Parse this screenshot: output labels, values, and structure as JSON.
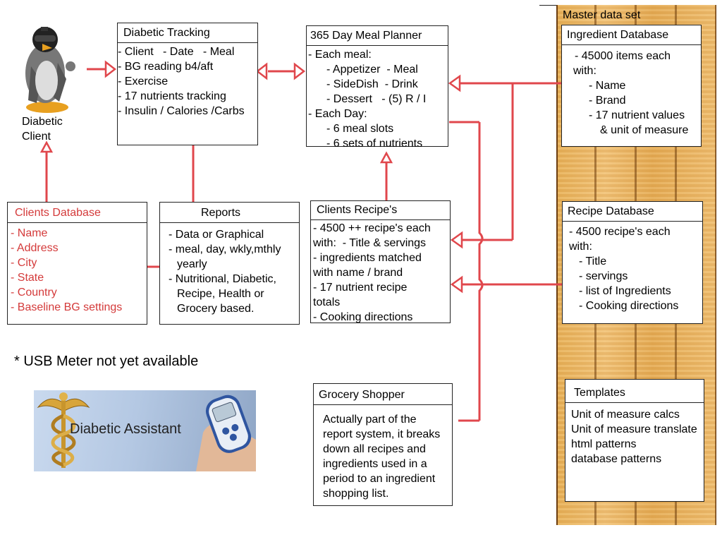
{
  "master": {
    "title": "Master data set"
  },
  "client": {
    "label_line1": "Diabetic",
    "label_line2": "Client"
  },
  "diabetic_tracking": {
    "title": "Diabetic Tracking",
    "lines": [
      "- Client   - Date   - Meal",
      "- BG reading b4/aft",
      "- Exercise",
      "- 17 nutrients tracking",
      "- Insulin / Calories /Carbs"
    ]
  },
  "meal_planner": {
    "title": "365 Day Meal Planner",
    "lines": [
      "- Each meal:",
      "- Appetizer  - Meal",
      "- SideDish  - Drink",
      "- Dessert   - (5) R / I",
      "- Each Day:",
      "- 6 meal slots",
      "- 6 sets of nutrients"
    ]
  },
  "ingredient_db": {
    "title": "Ingredient Database",
    "lines": [
      "- 45000 items each",
      "with:",
      "- Name",
      "- Brand",
      "- 17 nutrient values",
      "& unit of measure"
    ]
  },
  "clients_db": {
    "title": "Clients Database",
    "lines": [
      "- Name",
      "- Address",
      "- City",
      "- State",
      "- Country",
      "- Baseline BG settings"
    ]
  },
  "reports": {
    "title": "Reports",
    "lines": [
      "- Data or Graphical",
      "- meal, day, wkly,mthly",
      "yearly",
      "- Nutritional, Diabetic,",
      "Recipe, Health or",
      "Grocery based."
    ]
  },
  "clients_recipes": {
    "title": "Clients Recipe's",
    "lines": [
      "- 4500 ++ recipe's each",
      "with:  - Title & servings",
      "- ingredients matched",
      "with name / brand",
      "- 17 nutrient recipe",
      "totals",
      "- Cooking directions"
    ]
  },
  "recipe_db": {
    "title": "Recipe Database",
    "lines": [
      "- 4500 recipe's each",
      "with:",
      "- Title",
      "- servings",
      "- list of Ingredients",
      "- Cooking directions"
    ]
  },
  "note": {
    "text": "* USB Meter  not yet available"
  },
  "banner": {
    "title": "Diabetic Assistant"
  },
  "grocery": {
    "title": "Grocery Shopper",
    "lines": [
      "Actually part of the",
      "report system, it breaks",
      "down all recipes and",
      "ingredients used in a",
      "period to an ingredient",
      "shopping list."
    ]
  },
  "templates": {
    "title": "Templates",
    "lines": [
      "Unit of measure calcs",
      "Unit of measure translate",
      "html patterns",
      "database patterns"
    ]
  },
  "colors": {
    "connector": "#e0474c",
    "red_text": "#d43a3a",
    "wood": "#efbd6e"
  }
}
